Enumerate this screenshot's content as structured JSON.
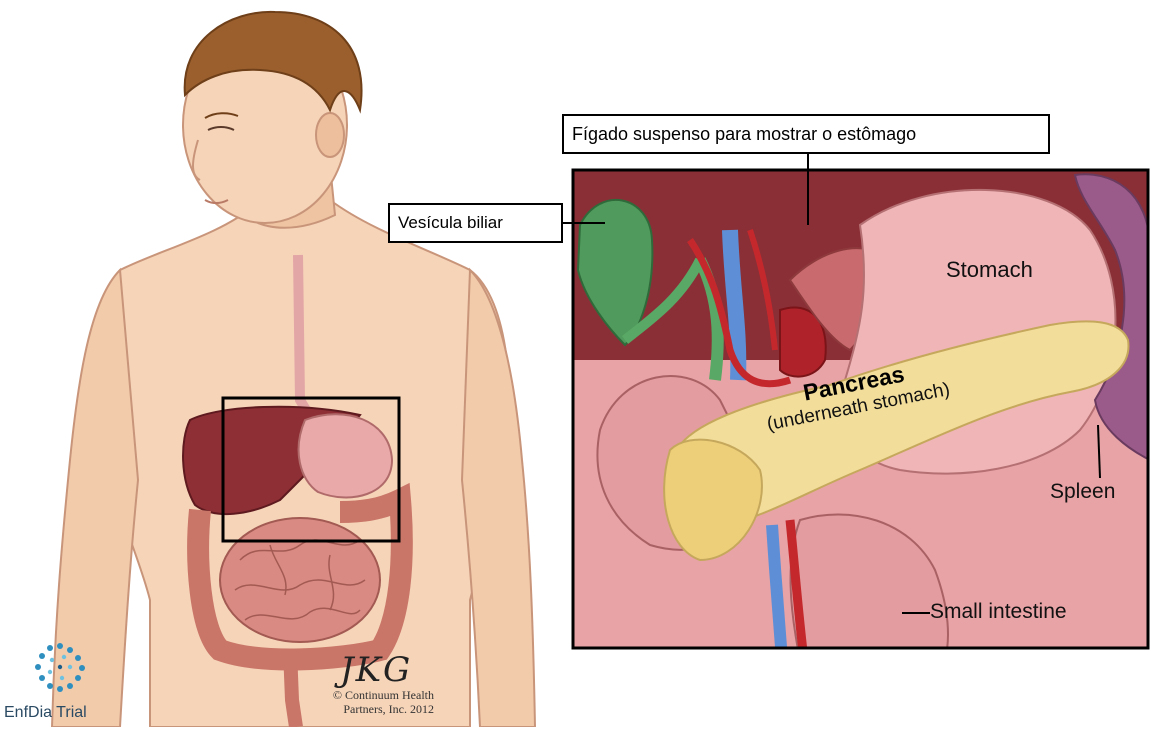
{
  "labels": {
    "liver_suspended": "Fígado suspenso para mostrar o estômago",
    "gallbladder": "Vesícula biliar"
  },
  "inset": {
    "stomach": "Stomach",
    "pancreas": "Pancreas",
    "pancreas_note": "(underneath stomach)",
    "spleen": "Spleen",
    "small_intestine": "Small intestine"
  },
  "credits": {
    "signature": "JKG",
    "copyright_line1": "© Continuum Health",
    "copyright_line2": "Partners, Inc. 2012"
  },
  "logo": {
    "text": "EnfDia Trial"
  },
  "colors": {
    "skin": "#f5d2b4",
    "hair": "#9a5f2d",
    "liver": "#8e2f35",
    "stomach": "#e9a9a9",
    "pancreas": "#f2dd9a",
    "intestine": "#d98a82",
    "gallbladder": "#4f9a5c",
    "spleen": "#9a5a8a",
    "vein": "#5e8fd6",
    "artery": "#c4282d",
    "logo": "#2f8fbf"
  }
}
